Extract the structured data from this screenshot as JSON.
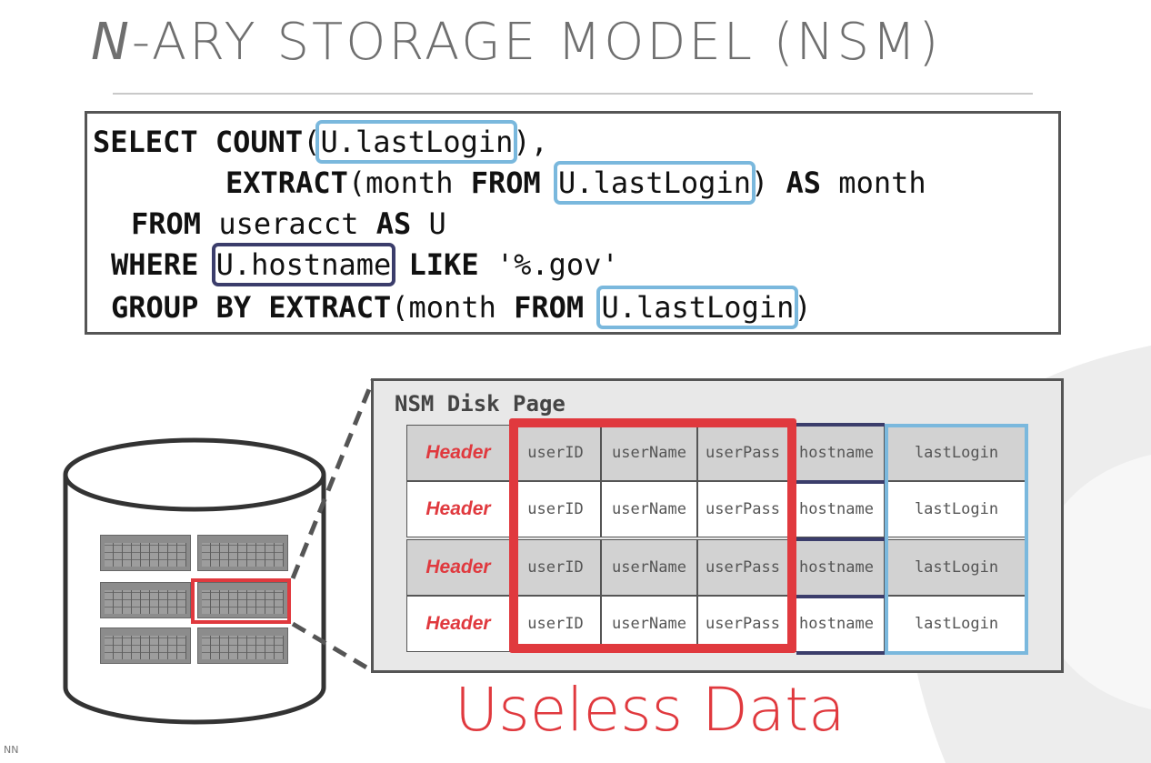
{
  "title": {
    "prefix": "N",
    "rest": "-ARY STORAGE MODEL (NSM)"
  },
  "sql": {
    "line1": {
      "kw1": "SELECT",
      "kw2": "COUNT",
      "p_open": "(",
      "col": "U.lastLogin",
      "p_close": "),"
    },
    "line2": {
      "kw1": "EXTRACT",
      "t1": "(month ",
      "kw2": "FROM",
      "col": "U.lastLogin",
      "t2": ")",
      "kw3": "AS",
      "t3": "month"
    },
    "line3": {
      "kw1": "FROM",
      "t1": "useracct",
      "kw2": "AS",
      "t2": "U"
    },
    "line4": {
      "kw1": "WHERE",
      "col": "U.hostname",
      "kw2": "LIKE",
      "t1": "'%.gov'"
    },
    "line5": {
      "kw1": "GROUP BY",
      "kw2": "EXTRACT",
      "t1": "(month ",
      "kw3": "FROM",
      "col": "U.lastLogin",
      "t2": ")"
    }
  },
  "page": {
    "label": "NSM Disk Page",
    "columns": [
      "Header",
      "userID",
      "userName",
      "userPass",
      "hostname",
      "lastLogin"
    ],
    "rows": [
      {
        "header": "Header",
        "userID": "userID",
        "userName": "userName",
        "userPass": "userPass",
        "hostname": "hostname",
        "lastLogin": "lastLogin"
      },
      {
        "header": "Header",
        "userID": "userID",
        "userName": "userName",
        "userPass": "userPass",
        "hostname": "hostname",
        "lastLogin": "lastLogin"
      },
      {
        "header": "Header",
        "userID": "userID",
        "userName": "userName",
        "userPass": "userPass",
        "hostname": "hostname",
        "lastLogin": "lastLogin"
      },
      {
        "header": "Header",
        "userID": "userID",
        "userName": "userName",
        "userPass": "userPass",
        "hostname": "hostname",
        "lastLogin": "lastLogin"
      }
    ]
  },
  "annotation": "Useless Data",
  "footer_mark": "ΝN",
  "colors": {
    "accent_red": "#e0393e",
    "light_blue": "#7ab8dd",
    "dark_navy": "#3b3d6b"
  }
}
